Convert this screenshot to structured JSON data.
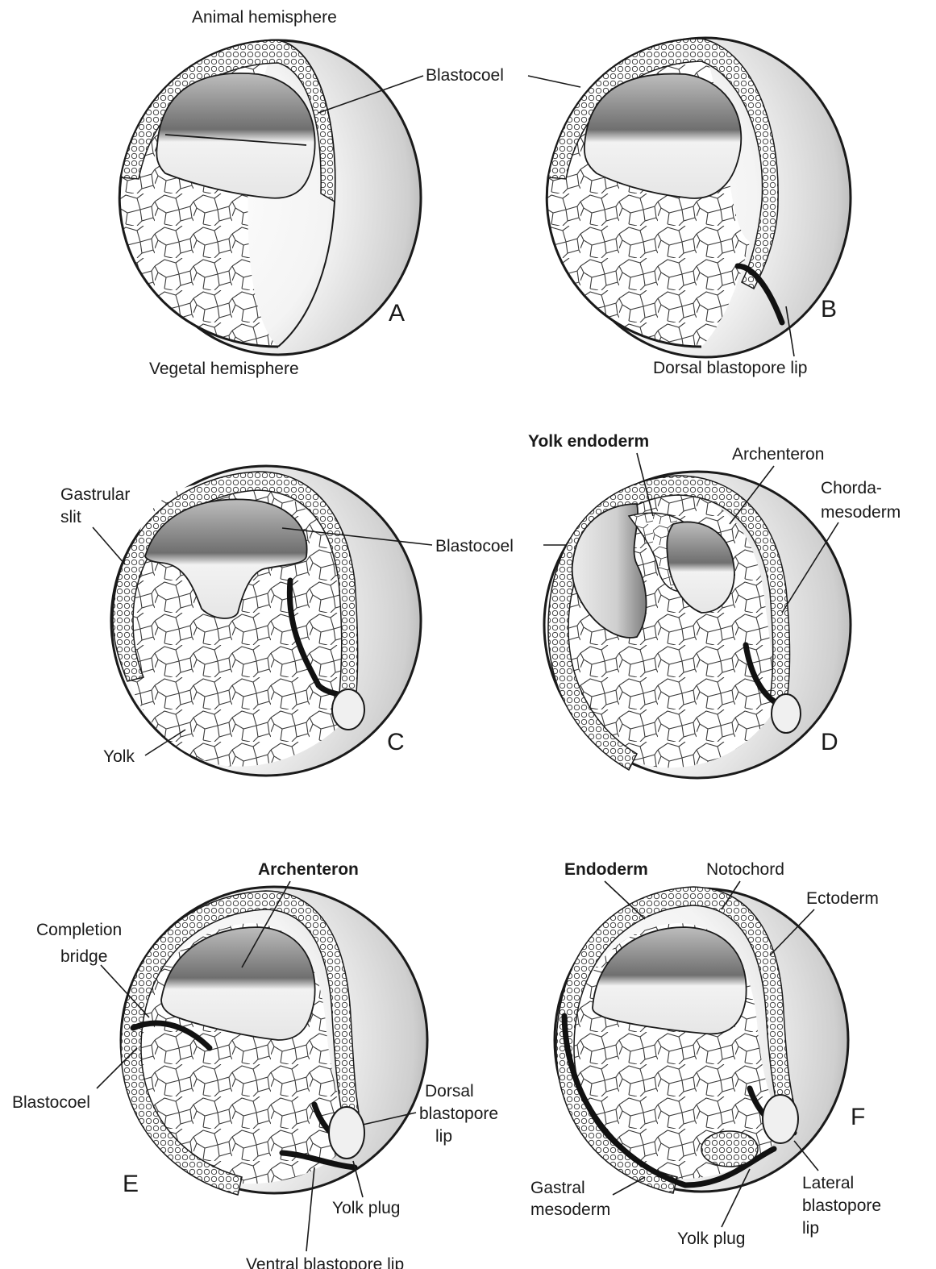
{
  "panels": {
    "A": {
      "letter": "A",
      "labels": {
        "animal": "Animal hemisphere",
        "blastocoel": "Blastocoel",
        "vegetal": "Vegetal hemisphere"
      }
    },
    "B": {
      "letter": "B",
      "labels": {
        "dorsal_lip": "Dorsal blastopore lip"
      }
    },
    "C": {
      "letter": "C",
      "labels": {
        "gastrular_1": "Gastrular",
        "gastrular_2": "slit",
        "blastocoel": "Blastocoel",
        "yolk": "Yolk"
      }
    },
    "D": {
      "letter": "D",
      "labels": {
        "yolk_endoderm": "Yolk endoderm",
        "archenteron": "Archenteron",
        "chorda_1": "Chorda-",
        "chorda_2": "mesoderm"
      }
    },
    "E": {
      "letter": "E",
      "labels": {
        "archenteron": "Archenteron",
        "completion_1": "Completion",
        "completion_2": "bridge",
        "blastocoel": "Blastocoel",
        "dorsal_1": "Dorsal",
        "dorsal_2": "blastopore",
        "dorsal_3": "lip",
        "yolk_plug": "Yolk plug",
        "ventral_lip": "Ventral blastopore lip"
      }
    },
    "F": {
      "letter": "F",
      "labels": {
        "endoderm": "Endoderm",
        "notochord": "Notochord",
        "ectoderm": "Ectoderm",
        "gastral_1": "Gastral",
        "gastral_2": "mesoderm",
        "lateral_1": "Lateral",
        "lateral_2": "blastopore",
        "lateral_3": "lip",
        "yolk_plug": "Yolk plug"
      }
    }
  }
}
